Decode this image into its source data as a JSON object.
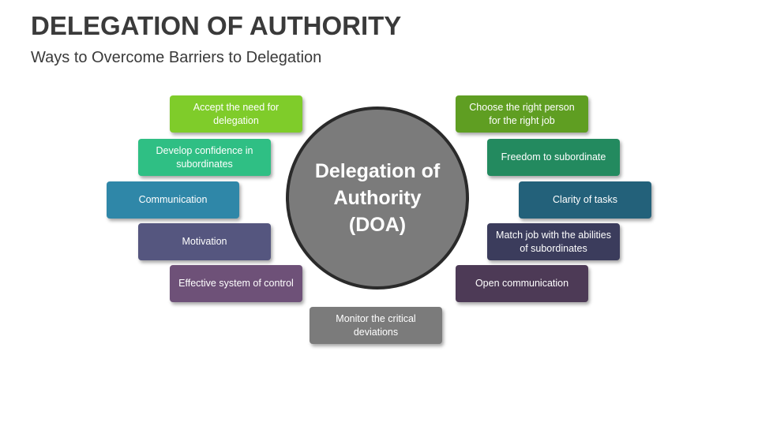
{
  "header": {
    "title": "DELEGATION OF AUTHORITY",
    "subtitle": "Ways to Overcome Barriers to Delegation"
  },
  "center": {
    "label": "Delegation of\nAuthority\n(DOA)",
    "color": "#7b7b7b"
  },
  "left_items": [
    {
      "label": "Accept the need for delegation",
      "color": "#7fcc2a"
    },
    {
      "label": "Develop confidence in subordinates",
      "color": "#2fbf84"
    },
    {
      "label": "Communication",
      "color": "#2f87a8"
    },
    {
      "label": "Motivation",
      "color": "#55567f"
    },
    {
      "label": "Effective system of control",
      "color": "#6e5178"
    }
  ],
  "right_items": [
    {
      "label": "Choose the right person for the right job",
      "color": "#5f9e22"
    },
    {
      "label": "Freedom to subordinate",
      "color": "#238a5f"
    },
    {
      "label": "Clarity of tasks",
      "color": "#23617a"
    },
    {
      "label": "Match job with the abilities of subordinates",
      "color": "#3b3c5c"
    },
    {
      "label": "Open communication",
      "color": "#4d3a56"
    }
  ],
  "bottom_item": {
    "label": "Monitor the critical deviations",
    "color": "#7b7b7b"
  }
}
